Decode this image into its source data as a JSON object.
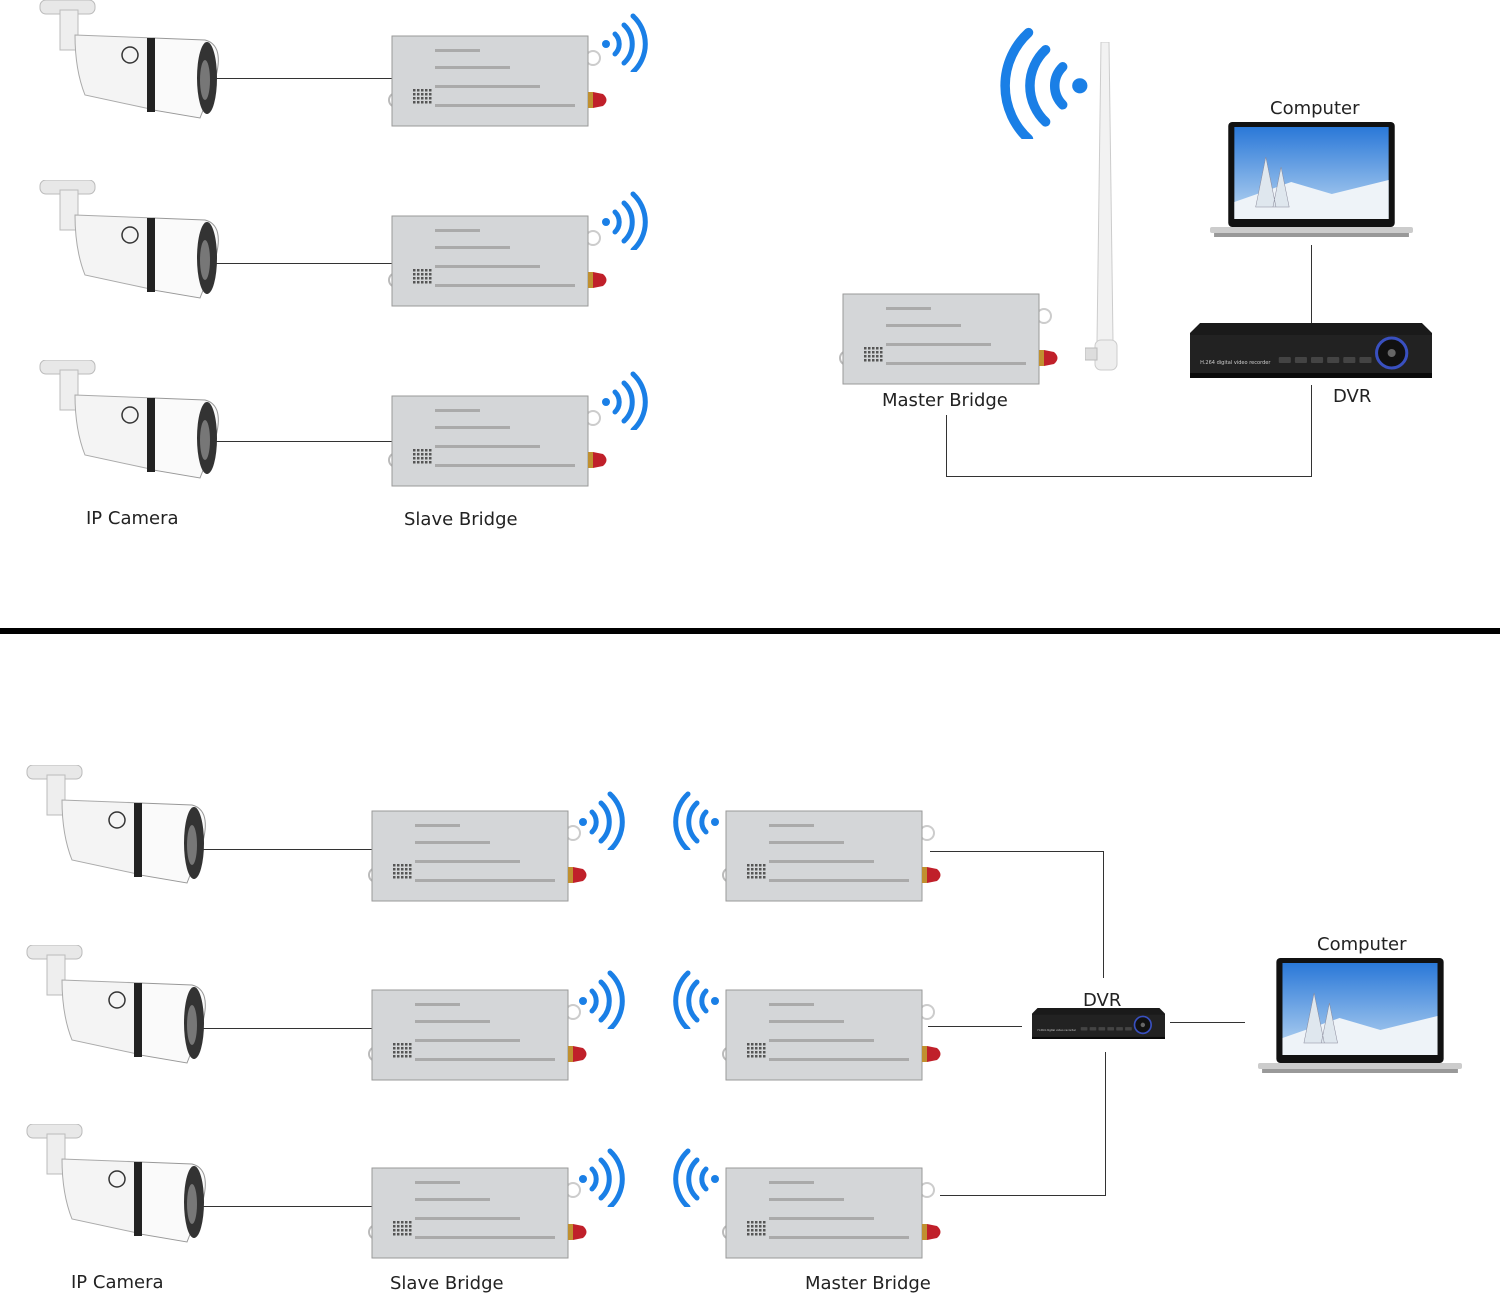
{
  "top": {
    "labels": {
      "ip_camera": "IP Camera",
      "slave_bridge": "Slave Bridge",
      "master_bridge": "Master Bridge",
      "computer": "Computer",
      "dvr": "DVR"
    }
  },
  "bottom": {
    "labels": {
      "ip_camera": "IP Camera",
      "slave_bridge": "Slave Bridge",
      "master_bridge": "Master Bridge",
      "computer": "Computer",
      "dvr": "DVR"
    }
  },
  "dvr_front_text": "H.264 digital video recorder",
  "colors": {
    "wifi": "#1a7fe6",
    "bridge_body": "#d4d6d8",
    "antenna_connector": "#c0202a",
    "line": "#333333"
  },
  "icons": [
    "ip-camera-icon",
    "bridge-icon",
    "wifi-signal-icon",
    "antenna-icon",
    "laptop-icon",
    "dvr-icon"
  ]
}
